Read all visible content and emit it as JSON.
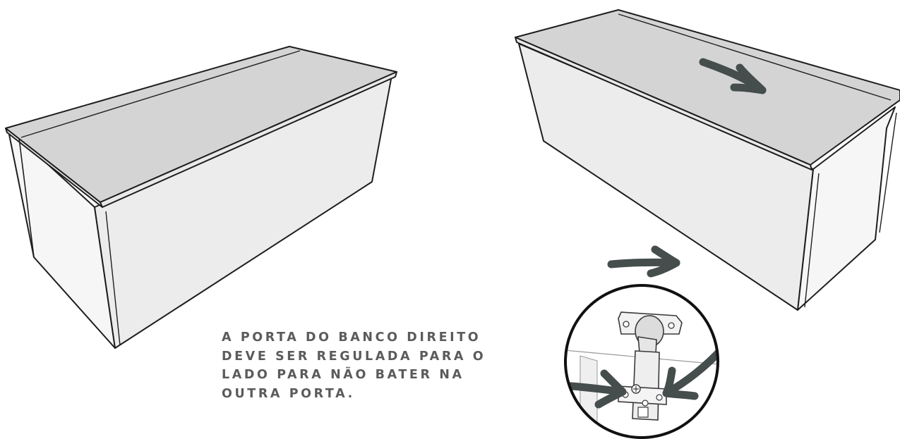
{
  "instruction": {
    "lines": [
      "A PORTA DO BANCO DIREITO",
      "DEVE SER REGULADA PARA O",
      "LADO PARA NÃO BATER NA",
      "OUTRA PORTA."
    ]
  },
  "colors": {
    "outline": "#1e1e1e",
    "lid_top": "#d4d4d4",
    "front_face": "#ececec",
    "side_face": "#f6f6f6",
    "lid_edge": "#e9e9e9",
    "arrow": "#454d4d",
    "caption_text": "#5b5b5b"
  },
  "icons": [
    "arrow-right-icon",
    "arrow-right-icon",
    "arrow-left-icon",
    "arrow-right-icon"
  ]
}
